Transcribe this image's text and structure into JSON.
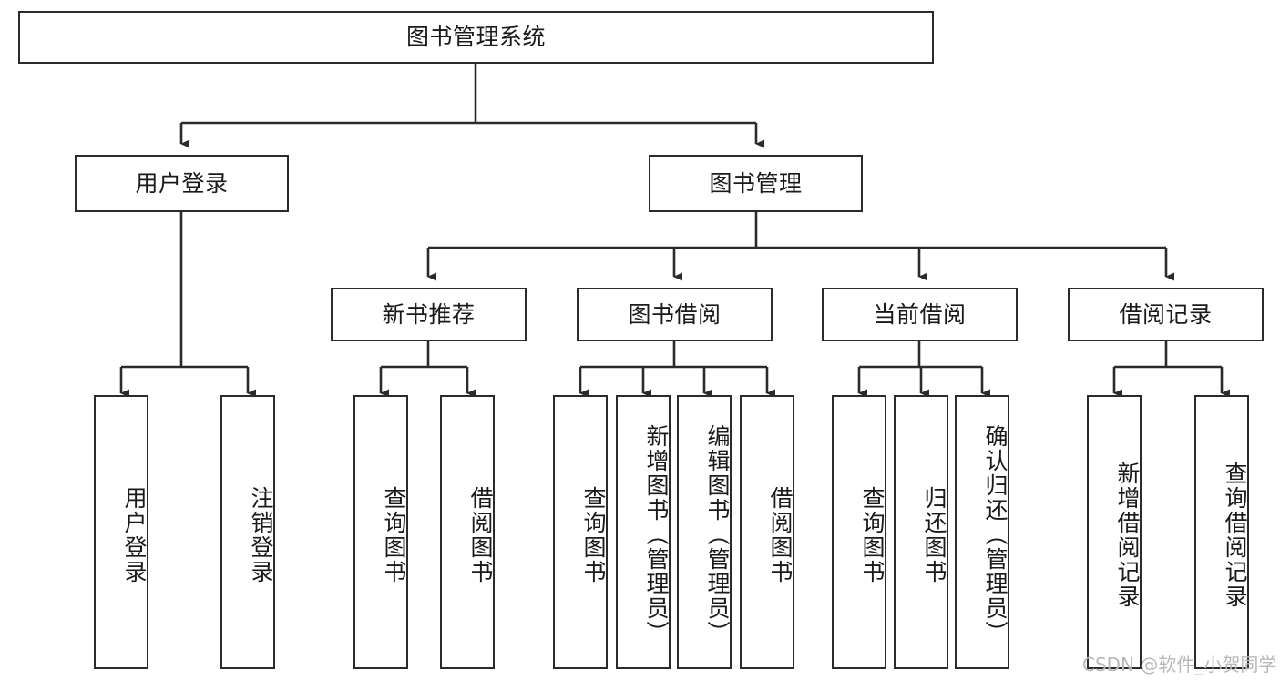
{
  "diagram": {
    "type": "tree-hierarchy",
    "title": "图书管理系统",
    "orientation": "top-down",
    "colors": {
      "box_border": "#2b2b2b",
      "box_fill": "#ffffff",
      "connector": "#2b2b2b",
      "text": "#1a1a1a",
      "watermark": "#b9b9b9",
      "background": "#ffffff"
    },
    "root": {
      "label": "图书管理系统"
    },
    "level2": [
      {
        "id": "user-login",
        "label": "用户登录"
      },
      {
        "id": "book-manage",
        "label": "图书管理"
      }
    ],
    "level3": [
      {
        "id": "new-book-recommend",
        "label": "新书推荐",
        "parent": "book-manage"
      },
      {
        "id": "book-borrow",
        "label": "图书借阅",
        "parent": "book-manage"
      },
      {
        "id": "current-borrow",
        "label": "当前借阅",
        "parent": "book-manage"
      },
      {
        "id": "borrow-record",
        "label": "借阅记录",
        "parent": "book-manage"
      }
    ],
    "leaves": {
      "user-login": [
        {
          "id": "leaf-user-login",
          "label": "用户登录"
        },
        {
          "id": "leaf-logout-login",
          "label": "注销登录"
        }
      ],
      "new-book-recommend": [
        {
          "id": "leaf-query-book-1",
          "label": "查询图书"
        },
        {
          "id": "leaf-borrow-book-1",
          "label": "借阅图书"
        }
      ],
      "book-borrow": [
        {
          "id": "leaf-query-book-2",
          "label": "查询图书"
        },
        {
          "id": "leaf-add-book",
          "label": "新增图书（管理员）"
        },
        {
          "id": "leaf-edit-book",
          "label": "编辑图书（管理员）"
        },
        {
          "id": "leaf-borrow-book-2",
          "label": "借阅图书"
        }
      ],
      "current-borrow": [
        {
          "id": "leaf-query-book-3",
          "label": "查询图书"
        },
        {
          "id": "leaf-return-book",
          "label": "归还图书"
        },
        {
          "id": "leaf-confirm-return",
          "label": "确认归还（管理员）"
        }
      ],
      "borrow-record": [
        {
          "id": "leaf-add-record",
          "label": "新增借阅记录"
        },
        {
          "id": "leaf-query-record",
          "label": "查询借阅记录"
        }
      ]
    },
    "watermark": "CSDN @软件_小贺同学"
  }
}
